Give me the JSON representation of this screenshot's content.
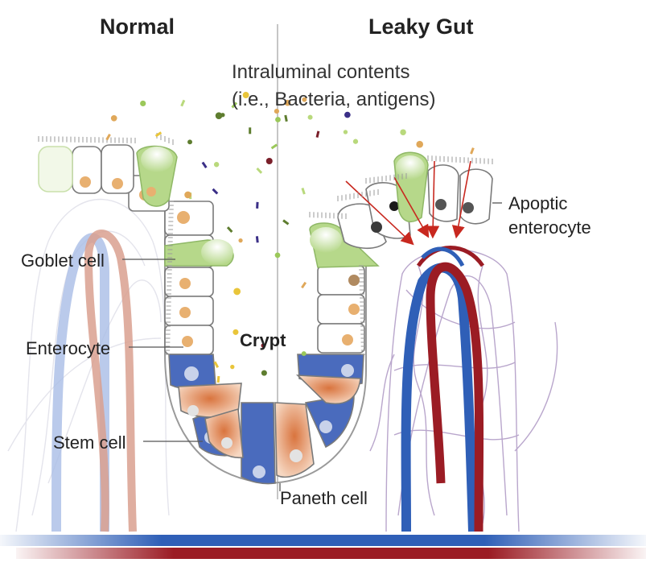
{
  "headers": {
    "normal": "Normal",
    "leaky": "Leaky Gut"
  },
  "lumen": {
    "line1": "Intraluminal contents",
    "line2": "(i.e., Bacteria, antigens)"
  },
  "labels": {
    "goblet": "Goblet cell",
    "enterocyte": "Enterocyte",
    "stem": "Stem cell",
    "crypt": "Crypt",
    "paneth": "Paneth cell",
    "apoptic1": "Apoptic",
    "apoptic2": "enterocyte"
  },
  "colors": {
    "enterocyte_fill": "#ffffff",
    "cell_outline": "#7a7a7a",
    "goblet_green": "#b6d88a",
    "stem_blue": "#4a6bbd",
    "paneth_orange": "#e9a57e",
    "nucleus_orange": "#e8b070",
    "vein_blue": "#2f5fb7",
    "artery_red": "#9b1c24",
    "arrow_red": "#c8281f"
  }
}
